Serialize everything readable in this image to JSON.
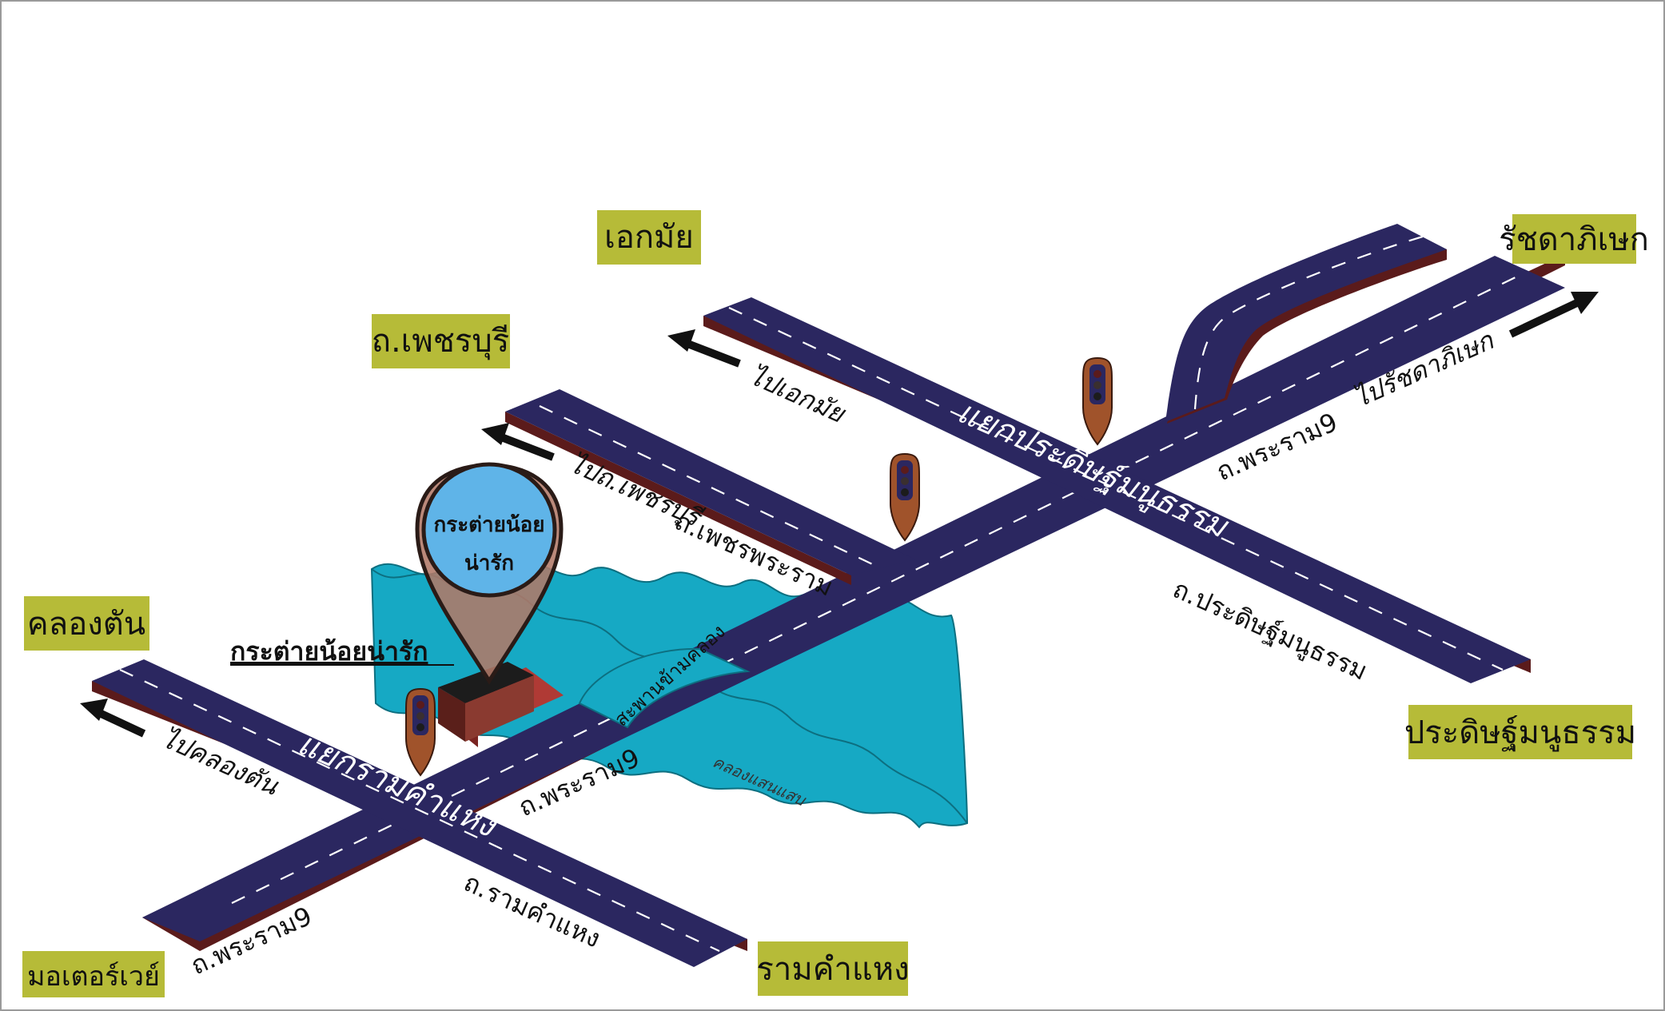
{
  "colors": {
    "road": "#2b2760",
    "road_edge": "#5b1b1b",
    "canal": "#16a9c4",
    "place_tag": "#b6bb38",
    "pin_fill": "#5fb4e8",
    "pin_body": "#b07968",
    "pin_outline": "#2a1b17",
    "traffic_light": "#a0532b",
    "building_roof": "#1c1c1c",
    "building_base": "#b03a35"
  },
  "place_tags": {
    "ekkamai": "เอกมัย",
    "ratchada": "รัชดาภิเษก",
    "phetchaburi": "ถ.เพชรบุรี",
    "khlong_tan": "คลองตัน",
    "pradit": "ประดิษฐ์มนูธรรม",
    "ramkhamhaeng": "รามคำแหง",
    "motorway": "มอเตอร์เวย์"
  },
  "junctions": {
    "pradit": "แยกประดิษฐ์มนูธรรม",
    "ramkhamhaeng": "แยกรามคำแหง"
  },
  "directions": {
    "to_ekkamai": "ไปเอกมัย",
    "to_ratchada": "ไปรัชดาภิเษก",
    "to_phetchaburi": "ไปถ.เพชรบุรี",
    "to_khlong_tan": "ไปคลองตัน"
  },
  "road_labels": {
    "rama9_upper": "ถ.พระราม9",
    "phetchaburi_rama": "ถ.เพชรพระราม",
    "pradit_road": "ถ.ประดิษฐ์มนูธรรม",
    "rama9_middle": "ถ.พระราม9",
    "ramkhamhaeng_road": "ถ.รามคำแหง",
    "rama9_lower": "ถ.พระราม9"
  },
  "canal": {
    "name": "คลองแสนแสบ",
    "bridge": "สะพานข้ามคลอง"
  },
  "shop": {
    "name": "กระต่ายน้อยน่ารัก",
    "pin_line1": "กระต่ายน้อย",
    "pin_line2": "น่ารัก"
  }
}
